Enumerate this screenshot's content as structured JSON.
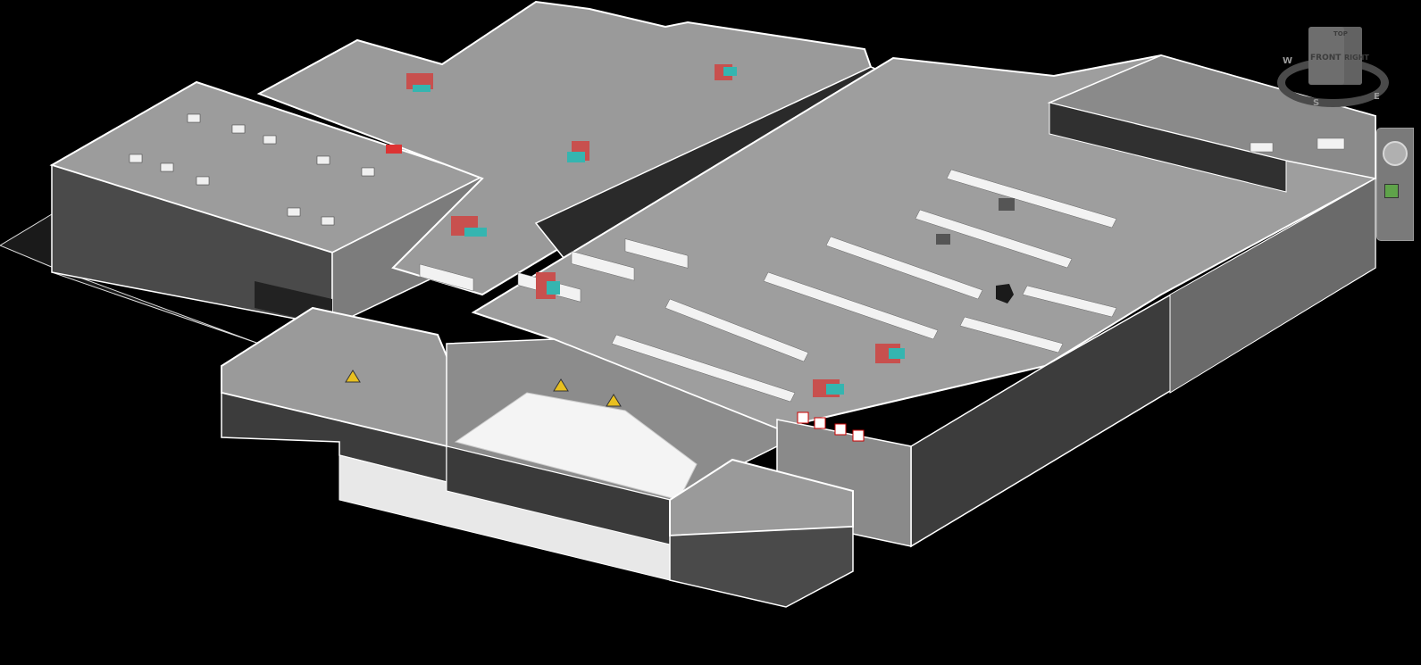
{
  "viewcube": {
    "top": "TOP",
    "front": "FRONT",
    "right": "RIGHT"
  },
  "compass": {
    "west": "W",
    "south": "S",
    "east": "E"
  },
  "colors": {
    "background": "#000000",
    "roof": "#9a9a9a",
    "facade": "#3a3a3a",
    "duct": "#c8504e",
    "equipment": "#35b5b0",
    "warning": "#e8c020"
  }
}
